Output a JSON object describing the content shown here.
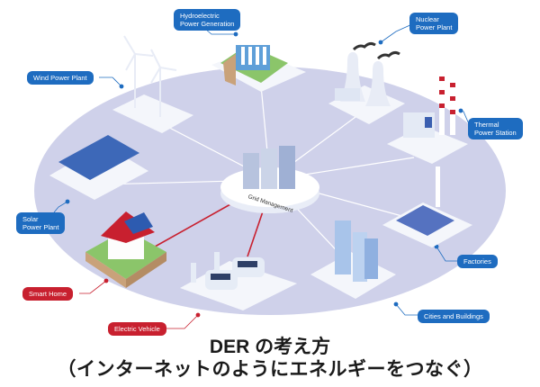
{
  "labels": {
    "hydro": "Hydroelectric Power Generation",
    "hydro_l1": "Hydroelectric",
    "hydro_l2": "Power Generation",
    "nuclear_l1": "Nuclear",
    "nuclear_l2": "Power Plant",
    "wind": "Wind Power Plant",
    "thermal_l1": "Thermal",
    "thermal_l2": "Power Station",
    "solar_l1": "Solar",
    "solar_l2": "Power Plant",
    "factories": "Factories",
    "smart_home": "Smart Home",
    "ev": "Electric Vehicle",
    "cities": "Cities and Buildings",
    "hub": "Grid Management"
  },
  "title": {
    "line1": "DER の考え方",
    "line2": "（インターネットのようにエネルギーをつなぐ）"
  },
  "colors": {
    "label_blue": "#1e6cc0",
    "label_red": "#c8202f",
    "field": "#cfd1ea"
  }
}
